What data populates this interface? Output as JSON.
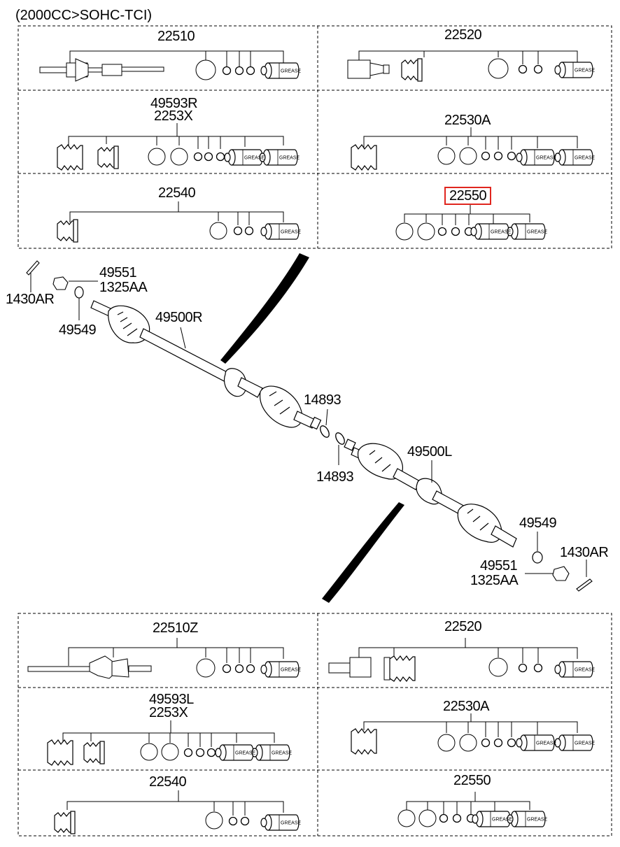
{
  "header_note": "(2000CC>SOHC-TCI)",
  "hotspot_color": "#e0261f",
  "upper_kits": {
    "row1_left": "22510",
    "row1_right": "22520",
    "row2_left_a": "49593R",
    "row2_left_b": "2253X",
    "row2_right": "22530A",
    "row3_left": "22540",
    "row3_right_selected": "22550"
  },
  "lower_kits": {
    "row1_left": "22510Z",
    "row1_right": "22520",
    "row2_left_a": "49593L",
    "row2_left_b": "2253X",
    "row2_right": "22530A",
    "row3_left": "22540",
    "row3_right": "22550"
  },
  "callouts": {
    "pin_right": "1430AR",
    "nut_right_a": "49551",
    "nut_right_b": "1325AA",
    "washer_right": "49549",
    "shaft_right": "49500R",
    "ring_upper": "14893",
    "ring_lower": "14893",
    "shaft_left": "49500L",
    "washer_left": "49549",
    "pin_left": "1430AR",
    "nut_left_a": "49551",
    "nut_left_b": "1325AA"
  },
  "grease_label": "GREASE",
  "icons": [
    "drive-shaft-icon",
    "boot-icon",
    "band-icon",
    "grease-tube-icon",
    "washer-icon",
    "nut-icon",
    "split-pin-icon",
    "circlip-icon"
  ]
}
